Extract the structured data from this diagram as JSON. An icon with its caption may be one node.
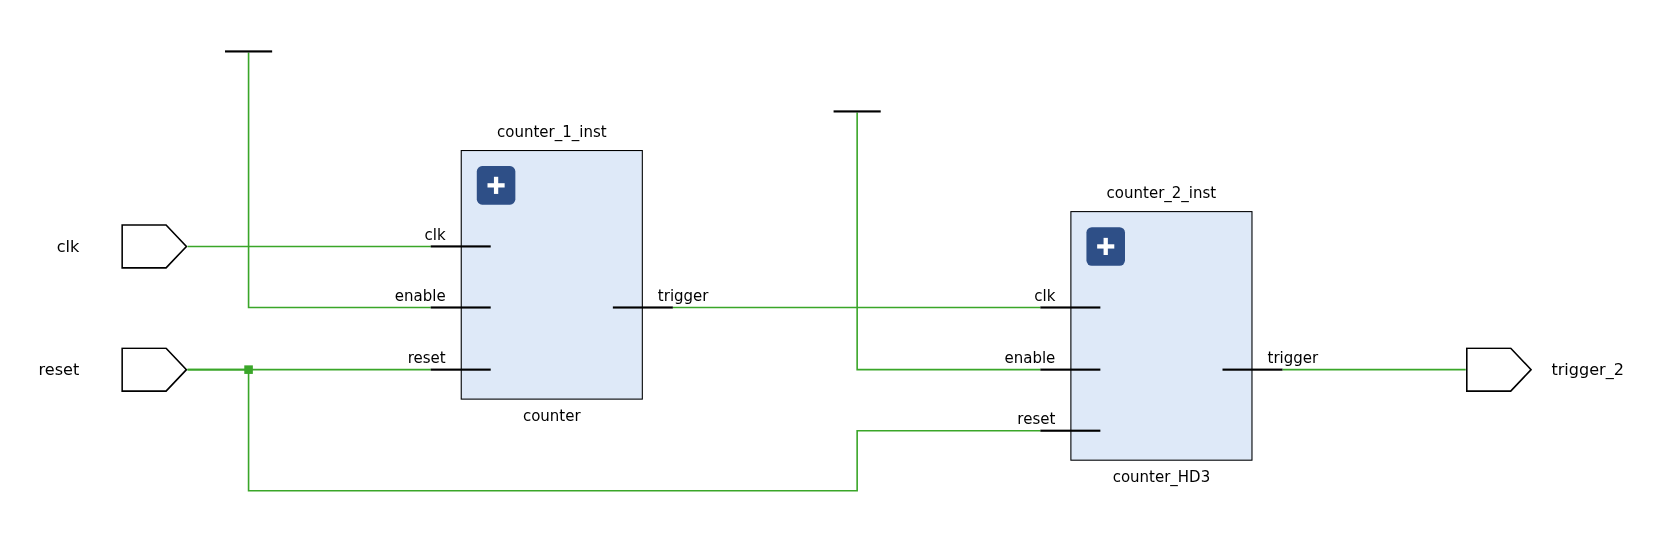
{
  "diagram": {
    "nodes": [
      {
        "text": [],
        "shape": "bar"
      },
      {
        "text": [],
        "shape": "bar"
      },
      {
        "text": [
          "clk"
        ]
      },
      {
        "text": [
          "reset"
        ]
      },
      {
        "text": [
          "counter_1_inst",
          "counter"
        ]
      },
      {
        "text": [
          "clk"
        ],
        "in": 4
      },
      {
        "text": [
          "enable"
        ],
        "in": 4
      },
      {
        "text": [
          "reset"
        ],
        "in": 4
      },
      {
        "text": [
          "trigger"
        ],
        "in": 4
      },
      {
        "text": [
          "counter_2_inst",
          "counter_HD3"
        ]
      },
      {
        "text": [
          "clk"
        ],
        "in": 9
      },
      {
        "text": [
          "enable"
        ],
        "in": 9
      },
      {
        "text": [
          "reset"
        ],
        "in": 9
      },
      {
        "text": [
          "trigger"
        ],
        "in": 9
      },
      {
        "text": [
          "trigger_2"
        ]
      }
    ],
    "edges": [
      {
        "from": 0,
        "to": 6,
        "arrow": "none"
      },
      {
        "from": 2,
        "to": 5,
        "arrow": "none"
      },
      {
        "from": 3,
        "to": 7,
        "arrow": "none"
      },
      {
        "from": 3,
        "to": 12,
        "arrow": "none"
      },
      {
        "from": 8,
        "to": 10,
        "arrow": "none"
      },
      {
        "from": 1,
        "to": 11,
        "arrow": "none"
      },
      {
        "from": 13,
        "to": 14,
        "arrow": "none"
      }
    ]
  }
}
